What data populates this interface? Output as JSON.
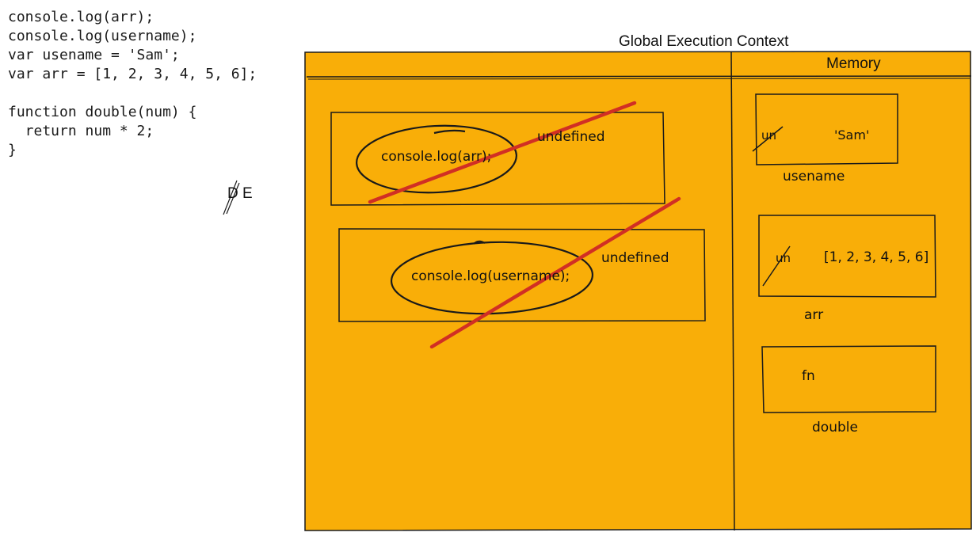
{
  "code": {
    "lines": [
      "console.log(arr);",
      "console.log(username);",
      "var usename = 'Sam';",
      "var arr = [1, 2, 3, 4, 5, 6];",
      "",
      "function double(num) {",
      "  return num * 2;",
      "}"
    ]
  },
  "diagram": {
    "title": "Global Execution Context",
    "memory_header": "Memory",
    "side_label": "D E",
    "background_color": "#f9ae08",
    "strike_color": "#d12f24",
    "code_phase": [
      {
        "call": "console.log(arr);",
        "result": "undefined"
      },
      {
        "call": "console.log(username);",
        "result": "undefined"
      }
    ],
    "memory": [
      {
        "old_value": "un",
        "value": "'Sam'",
        "name": "usename"
      },
      {
        "old_value": "un",
        "value": "[1, 2, 3, 4, 5, 6]",
        "name": "arr"
      },
      {
        "value": "fn",
        "name": "double"
      }
    ]
  }
}
